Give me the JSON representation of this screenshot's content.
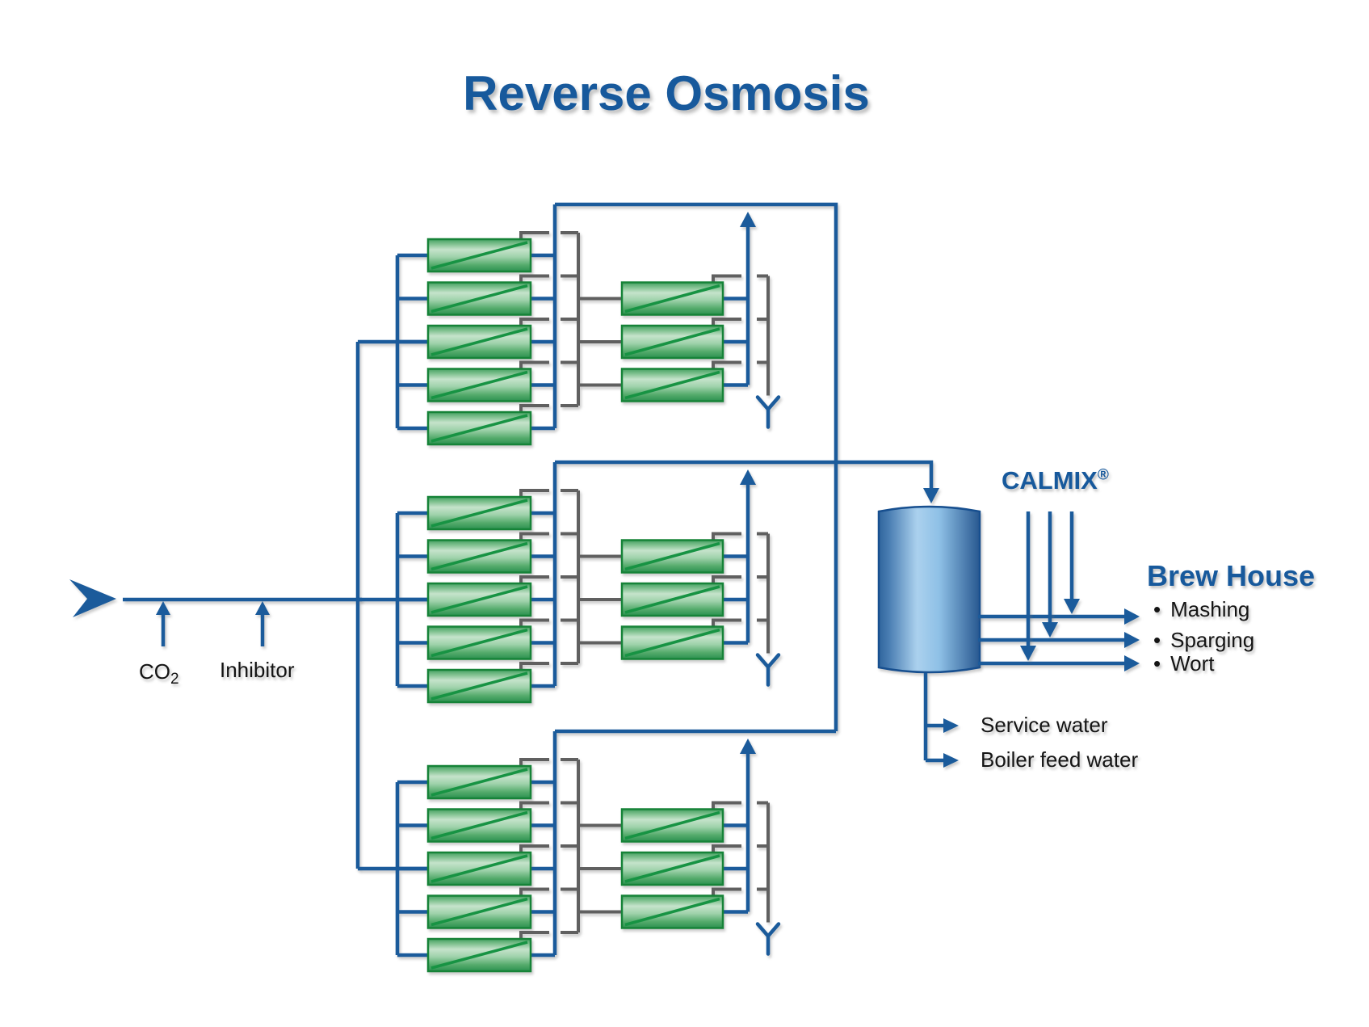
{
  "title": "Reverse Osmosis",
  "dosing": {
    "co2_base": "CO",
    "co2_sub": "2",
    "inhibitor": "Inhibitor"
  },
  "calmix": {
    "name": "CALMIX",
    "mark": "®"
  },
  "brew_house": {
    "heading": "Brew House",
    "bullet": "•",
    "items": [
      "Mashing",
      "Sparging",
      "Wort"
    ]
  },
  "tank_outputs": {
    "service_water": "Service water",
    "boiler_feed": "Boiler feed water"
  },
  "system": {
    "membrane_banks": 3,
    "stage1_modules_per_bank": 5,
    "stage2_modules_per_bank": 3
  },
  "colors": {
    "line_blue": "#1b5b9b",
    "pipe_gray": "#606060",
    "module_border_green": "#168338",
    "module_stripe_green": "#179343",
    "module_fill_light": "#c5e3cb",
    "module_fill_dark": "#2b9150",
    "tank_light": "#abd1ee",
    "tank_dark": "#285890",
    "title_blue": "#17599c",
    "label_black": "#141414"
  }
}
